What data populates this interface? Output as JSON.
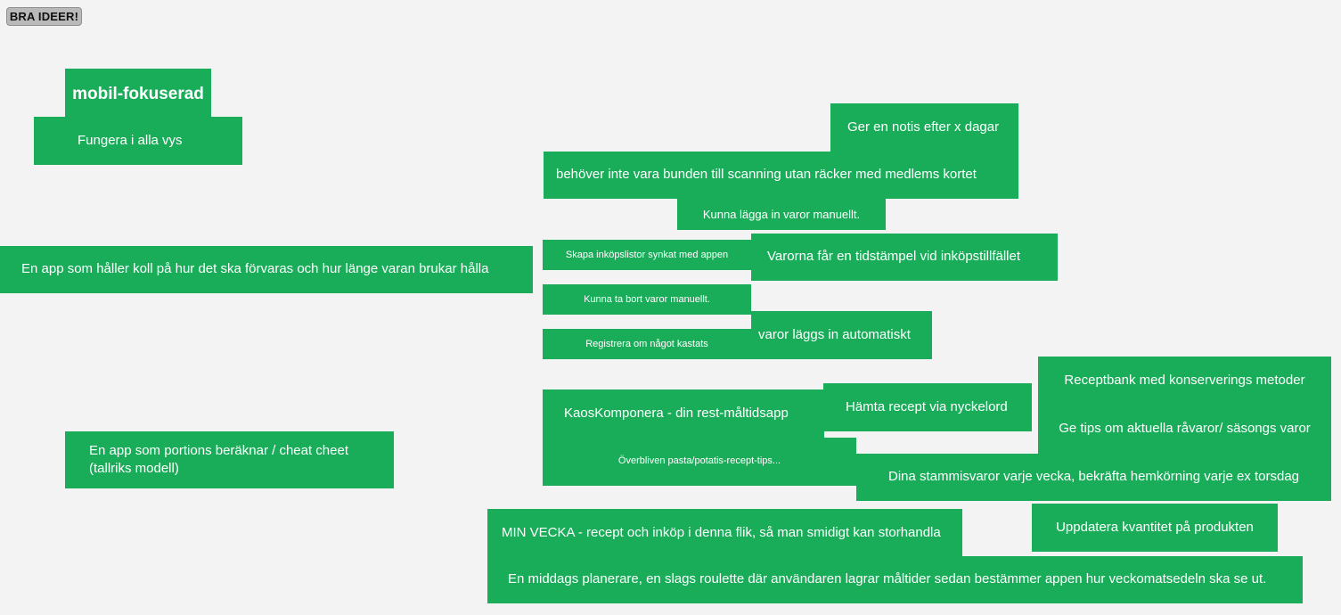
{
  "board": {
    "tag_label": "BRA IDEER!",
    "notes": {
      "mobil_fokuserad": "mobil-fokuserad",
      "fungera_i_alla_vys": "Fungera i alla vys",
      "en_app_haller_koll": "En app som håller koll på hur det ska förvaras och hur länge varan brukar hålla",
      "en_app_portions": "En app som portions beräknar / cheat cheet (tallriks modell)",
      "ger_en_notis": "Ger en notis efter x dagar",
      "behover_inte_vara_bunden": "behöver inte vara bunden till scanning utan räcker med medlems kortet",
      "kunna_lagga_in": "Kunna lägga in varor manuellt.",
      "skapa_inkopslistor": "Skapa inköpslistor synkat med appen",
      "varorna_tidstampel": "Varorna får en tidstämpel vid inköpstillfället",
      "kunna_ta_bort": "Kunna ta bort varor manuellt.",
      "registrera_kastats": "Registrera om något kastats",
      "varor_laggs_in_auto": "varor läggs in automatiskt",
      "receptbank": "Receptbank med konserverings metoder",
      "kaoskomponera": "KaosKomponera - din rest-måltidsapp",
      "hamta_recept": "Hämta recept via nyckelord",
      "ge_tips_ravaror": "Ge tips om aktuella råvaror/ säsongs varor",
      "overbliven_pasta": "Överbliven pasta/potatis-recept-tips...",
      "dina_stammisvaror": "Dina stammisvaror varje vecka, bekräfta hemkörning varje ex torsdag",
      "uppdatera_kvantitet": "Uppdatera kvantitet på produkten",
      "min_vecka": "MIN VECKA - recept och inköp i denna flik, så man smidigt kan storhandla",
      "middags_planerare": "En middags planerare, en slags roulette där användaren lagrar måltider sedan bestämmer appen hur veckomatsedeln ska se ut."
    }
  }
}
